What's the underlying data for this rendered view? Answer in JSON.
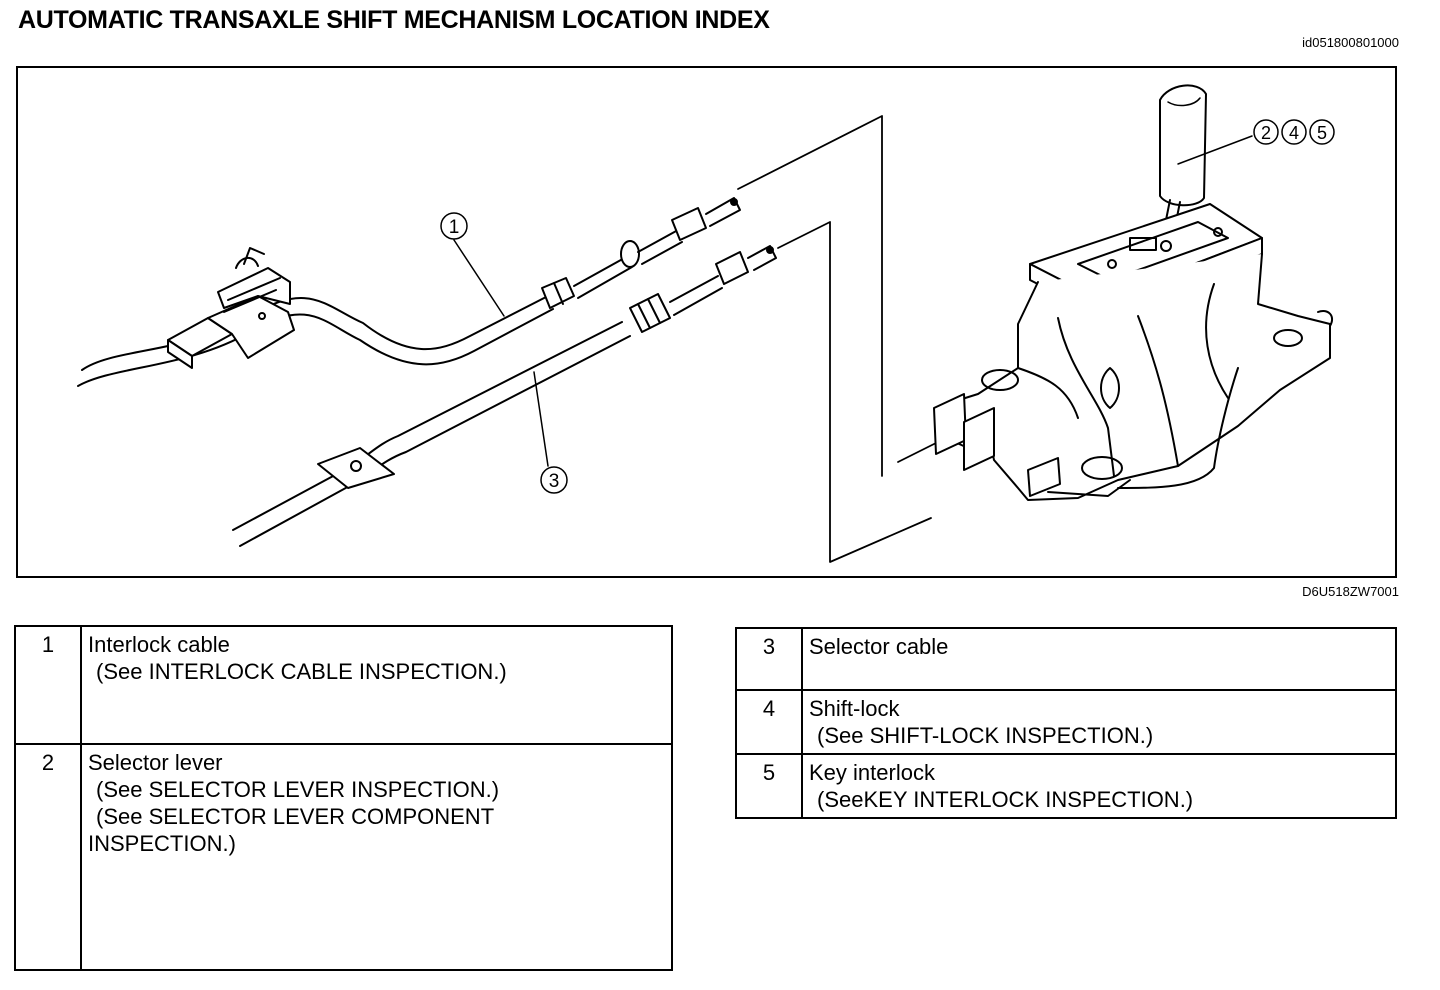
{
  "header": {
    "title": "AUTOMATIC TRANSAXLE SHIFT MECHANISM LOCATION INDEX",
    "doc_id": "id051800801000"
  },
  "figure": {
    "figure_code": "D6U518ZW7001",
    "callouts": {
      "c1": "1",
      "c3": "3",
      "c2": "2",
      "c4": "4",
      "c5": "5"
    }
  },
  "index_left": [
    {
      "num": "1",
      "name": "Interlock cable",
      "refs": [
        "(See INTERLOCK CABLE INSPECTION.)"
      ]
    },
    {
      "num": "2",
      "name": "Selector lever",
      "refs": [
        "(See SELECTOR LEVER INSPECTION.)",
        "(See SELECTOR LEVER COMPONENT",
        "INSPECTION.)"
      ]
    }
  ],
  "index_right": [
    {
      "num": "3",
      "name": "Selector cable",
      "refs": []
    },
    {
      "num": "4",
      "name": "Shift-lock",
      "refs": [
        "(See SHIFT-LOCK INSPECTION.)"
      ]
    },
    {
      "num": "5",
      "name": "Key interlock",
      "refs": [
        "(SeeKEY INTERLOCK INSPECTION.)"
      ]
    }
  ]
}
